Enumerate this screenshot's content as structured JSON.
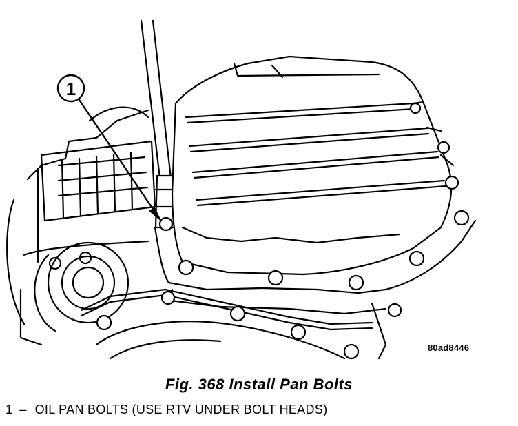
{
  "figure": {
    "callout_number": "1",
    "code": "80ad8446",
    "caption": "Fig. 368 Install Pan Bolts"
  },
  "legend": {
    "number": "1",
    "dash": "–",
    "text": "OIL PAN BOLTS (USE RTV UNDER BOLT HEADS)"
  }
}
